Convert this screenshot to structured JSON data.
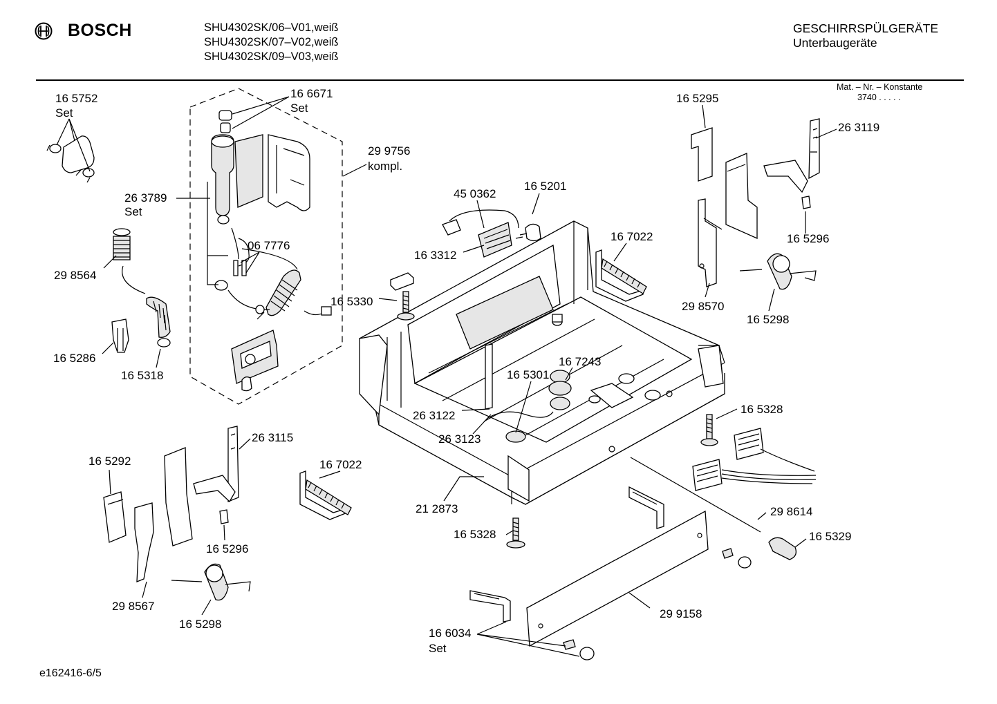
{
  "header": {
    "brand": "BOSCH",
    "models": [
      "SHU4302SK/06–V01,weiß",
      "SHU4302SK/07–V02,weiß",
      "SHU4302SK/09–V03,weiß"
    ],
    "category": "GESCHIRRSPÜLGERÄTE",
    "subcategory": "Unterbaugeräte",
    "mat_label": "Mat. – Nr. – Konstante",
    "mat_value": "3740 .  .  .  .  ."
  },
  "footer": {
    "drawing_id": "e162416-6/5"
  },
  "parts": [
    {
      "number": "16 5752",
      "note": "Set"
    },
    {
      "number": "16 6671",
      "note": "Set"
    },
    {
      "number": "29 9756",
      "note": "kompl."
    },
    {
      "number": "26 3789",
      "note": "Set"
    },
    {
      "number": "06 7776",
      "note": ""
    },
    {
      "number": "29 8564",
      "note": ""
    },
    {
      "number": "16 5286",
      "note": ""
    },
    {
      "number": "16 5318",
      "note": ""
    },
    {
      "number": "45 0362",
      "note": ""
    },
    {
      "number": "16 5201",
      "note": ""
    },
    {
      "number": "16 3312",
      "note": ""
    },
    {
      "number": "16 5330",
      "note": ""
    },
    {
      "number": "16 7022",
      "note": ""
    },
    {
      "number": "16 5295",
      "note": ""
    },
    {
      "number": "26 3119",
      "note": ""
    },
    {
      "number": "16 5296",
      "note": ""
    },
    {
      "number": "29 8570",
      "note": ""
    },
    {
      "number": "16 5298",
      "note": ""
    },
    {
      "number": "16 7243",
      "note": ""
    },
    {
      "number": "16 5301",
      "note": ""
    },
    {
      "number": "26 3122",
      "note": ""
    },
    {
      "number": "26 3123",
      "note": ""
    },
    {
      "number": "16 5328",
      "note": ""
    },
    {
      "number": "26 3115",
      "note": ""
    },
    {
      "number": "16 5292",
      "note": ""
    },
    {
      "number": "16 7022",
      "note": ""
    },
    {
      "number": "21 2873",
      "note": ""
    },
    {
      "number": "16 5296",
      "note": ""
    },
    {
      "number": "29 8614",
      "note": ""
    },
    {
      "number": "16 5328",
      "note": ""
    },
    {
      "number": "16 5329",
      "note": ""
    },
    {
      "number": "29 8567",
      "note": ""
    },
    {
      "number": "16 5298",
      "note": ""
    },
    {
      "number": "29 9158",
      "note": ""
    },
    {
      "number": "16 6034",
      "note": "Set"
    }
  ]
}
